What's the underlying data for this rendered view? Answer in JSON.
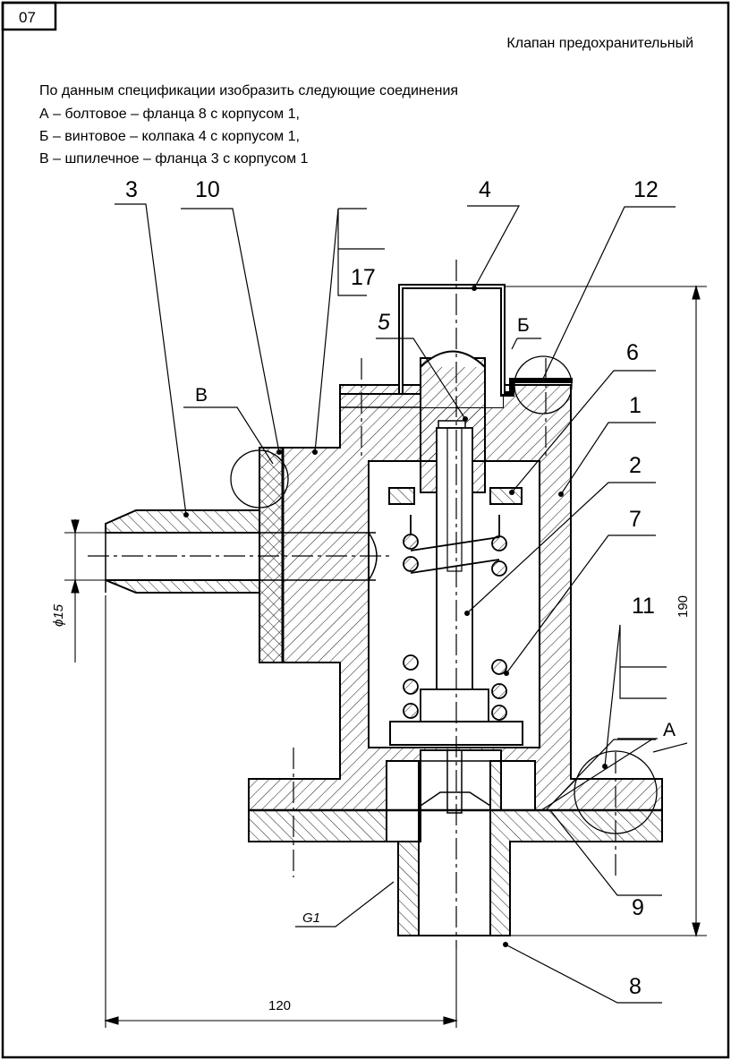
{
  "sheet_number": "07",
  "title": "Клапан предохранительный",
  "task": {
    "intro": "По данным спецификации изобразить следующие соединения",
    "items": [
      "А – болтовое – фланца 8 с корпусом 1,",
      "Б – винтовое – колпака 4  с корпусом 1,",
      "В – шпилечное – фланца 3  с корпусом 1"
    ]
  },
  "part_labels": {
    "p1": "1",
    "p2": "2",
    "p3": "3",
    "p4": "4",
    "p5": "5",
    "p6": "6",
    "p7": "7",
    "p8": "8",
    "p9": "9",
    "p10": "10",
    "p11": "11",
    "p12": "12",
    "p17": "17"
  },
  "joint_labels": {
    "a": "А",
    "b": "Б",
    "v": "В"
  },
  "dimensions": {
    "height": "190",
    "width": "120",
    "diameter": "ϕ15",
    "thread": "G1"
  }
}
